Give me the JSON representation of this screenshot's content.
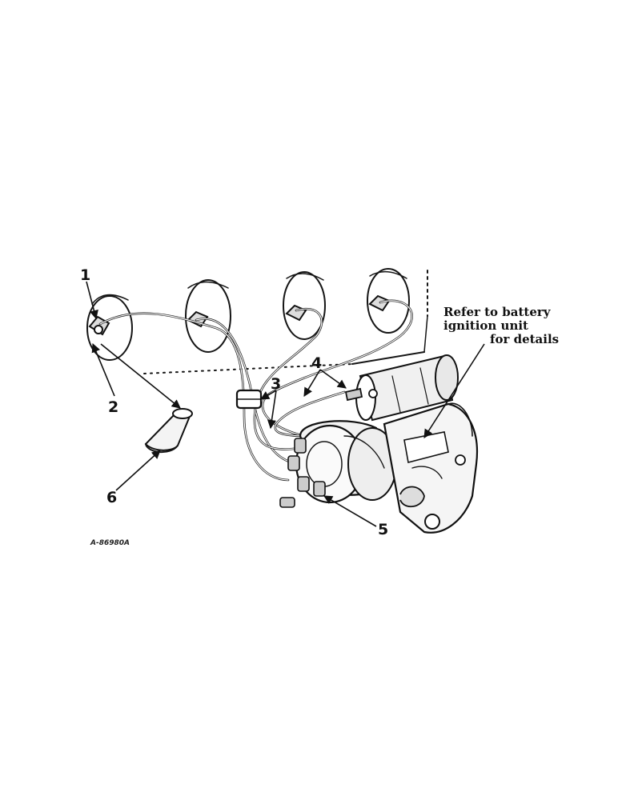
{
  "diagram": {
    "callouts": [
      "1",
      "2",
      "3",
      "4",
      "5",
      "6"
    ],
    "note": {
      "line1": "Refer to battery",
      "line2": "ignition unit",
      "line3": "for details"
    },
    "figure_id": "A-86980A"
  },
  "colors": {
    "ink": "#151515",
    "background": "#ffffff"
  }
}
